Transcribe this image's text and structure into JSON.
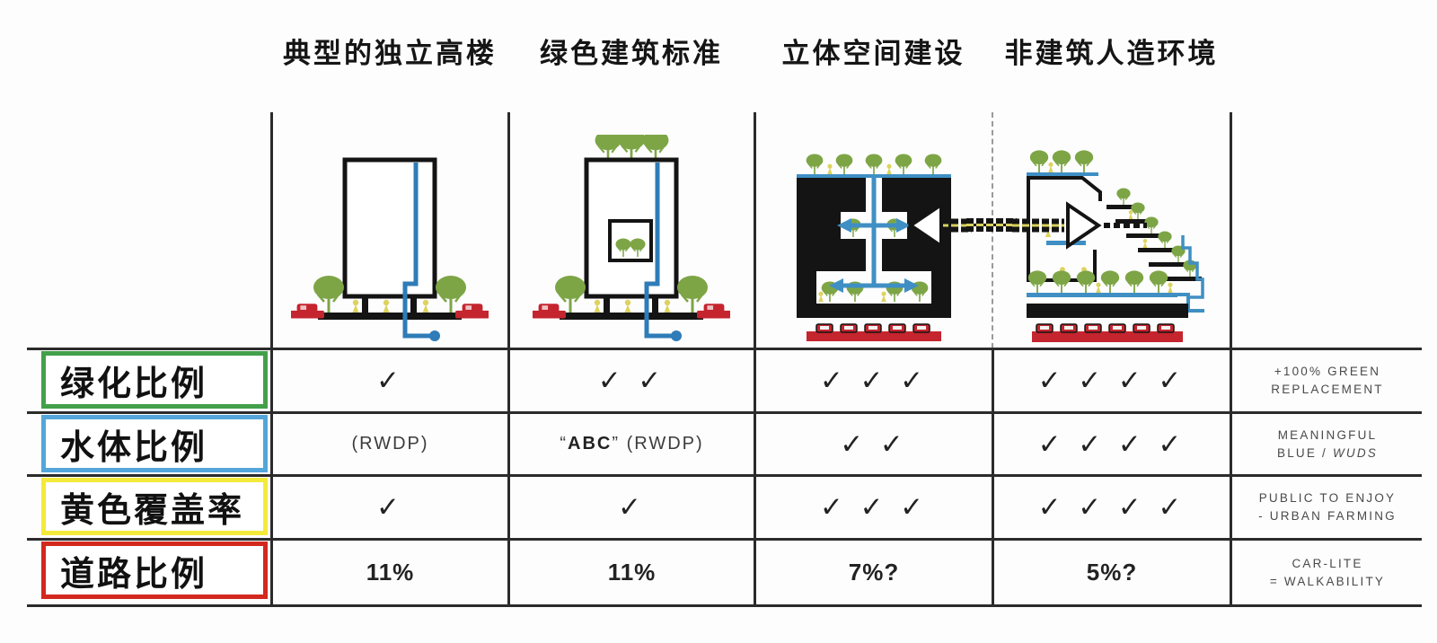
{
  "page": {
    "background": "#fdfdfd",
    "grid_line_color": "#2b2b2b"
  },
  "columns": [
    {
      "header": "典型的独立高楼",
      "diagram_icon": "typical-standalone-tower-illustration"
    },
    {
      "header": "绿色建筑标准",
      "diagram_icon": "green-building-standard-illustration"
    },
    {
      "header": "立体空间建设",
      "diagram_icon": "volumetric-space-construction-illustration"
    },
    {
      "header": "非建筑人造环境",
      "diagram_icon": "non-building-manmade-environment-illustration"
    }
  ],
  "rows": [
    {
      "label": "绿化比例",
      "accent": "#43a04a",
      "cells": [
        "✓",
        "✓ ✓",
        "✓ ✓ ✓",
        "✓ ✓ ✓ ✓"
      ],
      "note": {
        "l1": "+100% GREEN",
        "l2": "REPLACEMENT"
      }
    },
    {
      "label": "水体比例",
      "accent": "#54a6da",
      "cells": [
        "(RWDP)",
        {
          "pre": "“",
          "bold": "ABC",
          "post": "” (RWDP)"
        },
        "✓ ✓",
        "✓ ✓ ✓ ✓"
      ],
      "note": {
        "l1": "MEANINGFUL",
        "l2a": "BLUE / ",
        "l2b": "WUDS"
      }
    },
    {
      "label": "黄色覆盖率",
      "accent": "#f3ea3b",
      "cells": [
        "✓",
        "✓",
        "✓ ✓ ✓",
        "✓ ✓ ✓ ✓"
      ],
      "note": {
        "l1": "PUBLIC TO ENJOY",
        "l2": "- URBAN FARMING"
      }
    },
    {
      "label": "道路比例",
      "accent": "#d3281e",
      "cells": [
        "11%",
        "11%",
        "7%?",
        "5%?"
      ],
      "note": {
        "l1": "CAR-LITE",
        "l2": "= WALKABILITY"
      }
    }
  ],
  "illustration_colors": {
    "tree_green": "#7da546",
    "water_blue": "#2e7cb8",
    "road_red": "#c4252e",
    "people_yellow": "#ddd35f",
    "structure_black": "#141414"
  }
}
